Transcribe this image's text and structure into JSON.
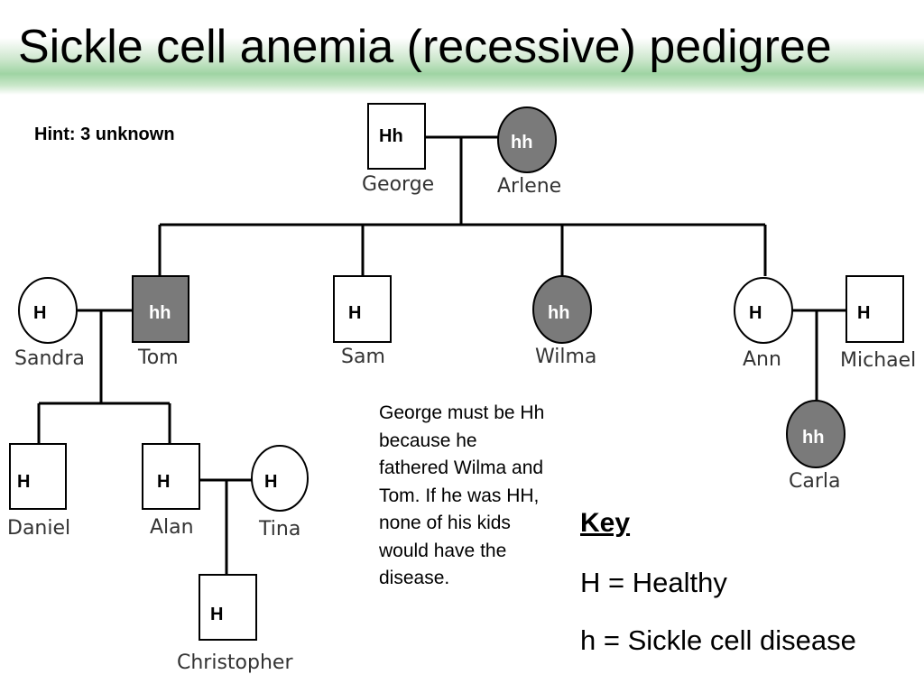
{
  "title": "Sickle cell anemia (recessive) pedigree",
  "hint": "Hint: 3 unknown",
  "note": "George must be Hh because he fathered Wilma and Tom. If he was HH, none of his kids would have the disease.",
  "key": {
    "title": "Key",
    "items": [
      "H = Healthy",
      "h = Sickle cell disease"
    ]
  },
  "people": {
    "george": {
      "name": "George",
      "genotype": "Hh",
      "sex": "male",
      "affected": false
    },
    "arlene": {
      "name": "Arlene",
      "genotype": "hh",
      "sex": "female",
      "affected": true
    },
    "sandra": {
      "name": "Sandra",
      "genotype": "H",
      "sex": "female",
      "affected": false
    },
    "tom": {
      "name": "Tom",
      "genotype": "hh",
      "sex": "male",
      "affected": true
    },
    "sam": {
      "name": "Sam",
      "genotype": "H",
      "sex": "male",
      "affected": false
    },
    "wilma": {
      "name": "Wilma",
      "genotype": "hh",
      "sex": "female",
      "affected": true
    },
    "ann": {
      "name": "Ann",
      "genotype": "H",
      "sex": "female",
      "affected": false
    },
    "michael": {
      "name": "Michael",
      "genotype": "H",
      "sex": "male",
      "affected": false
    },
    "carla": {
      "name": "Carla",
      "genotype": "hh",
      "sex": "female",
      "affected": true
    },
    "daniel": {
      "name": "Daniel",
      "genotype": "H",
      "sex": "male",
      "affected": false
    },
    "alan": {
      "name": "Alan",
      "genotype": "H",
      "sex": "male",
      "affected": false
    },
    "tina": {
      "name": "Tina",
      "genotype": "H",
      "sex": "female",
      "affected": false
    },
    "christopher": {
      "name": "Christopher",
      "genotype": "H",
      "sex": "male",
      "affected": false
    }
  },
  "colors": {
    "affected": "#7a7a7a",
    "title_band": "#9fd4a3"
  }
}
